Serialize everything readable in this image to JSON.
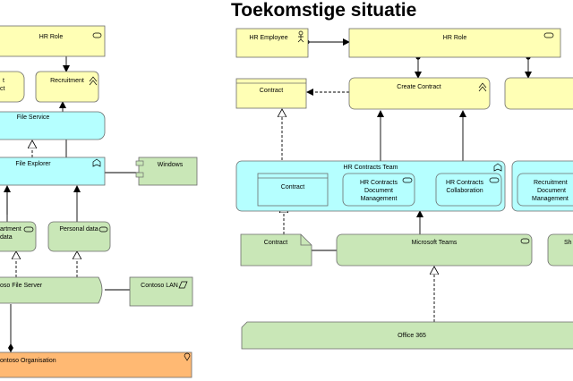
{
  "title": "Toekomstige situatie",
  "colors": {
    "business": "#FFFFB5",
    "application": "#B5FFFF",
    "technology": "#C9E7B7",
    "motivation": "#FFB973",
    "stroke": "#6b6b6b"
  },
  "left": {
    "hr_role": "HR Role",
    "service_partial": "t",
    "service_partial_line2": "ct",
    "recruitment": "Recruitment",
    "file_service": "File Service",
    "file_explorer": "File Explorer",
    "windows": "Windows",
    "department_data_line1": "artment",
    "department_data_line2": "data",
    "personal_data": "Personal data",
    "file_server": "oso File Server",
    "lan": "Contoso LAN",
    "organisation": "ontoso Organisation"
  },
  "right": {
    "hr_employee": "HR Employee",
    "hr_role": "HR Role",
    "contract_business": "Contract",
    "create_contract": "Create Contract",
    "team": "HR Contracts Team",
    "contract_component": "Contract",
    "doc_mgmt_line1": "HR Contracts",
    "doc_mgmt_line2": "Document",
    "doc_mgmt_line3": "Management",
    "collab_line1": "HR Contracts",
    "collab_line2": "Collaboration",
    "recruit_line1": "Recruitment",
    "recruit_line2": "Document",
    "recruit_line3": "Management",
    "contract_artifact": "Contract",
    "teams": "Microsoft Teams",
    "sh_partial": "Sh",
    "office365": "Office 365"
  }
}
